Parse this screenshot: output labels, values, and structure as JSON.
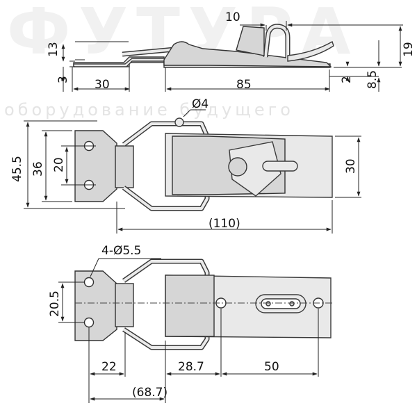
{
  "watermark": {
    "brand": "ФУТУРА",
    "tagline": "оборудование будущего"
  },
  "dimensions": {
    "side": {
      "d10": "10",
      "d13": "13",
      "d19": "19",
      "d3": "3",
      "d30": "30",
      "d85": "85",
      "d2": "2",
      "d8_5": "8.5"
    },
    "top": {
      "d_phi4": "Ø4",
      "d45_5": "45.5",
      "d36": "36",
      "d20": "20",
      "d30": "30",
      "d110": "(110)"
    },
    "bottom": {
      "holes": "4-Ø5.5",
      "d20_5": "20.5",
      "d22": "22",
      "d28_7": "28.7",
      "d50": "50",
      "d68_7": "(68.7)"
    }
  }
}
